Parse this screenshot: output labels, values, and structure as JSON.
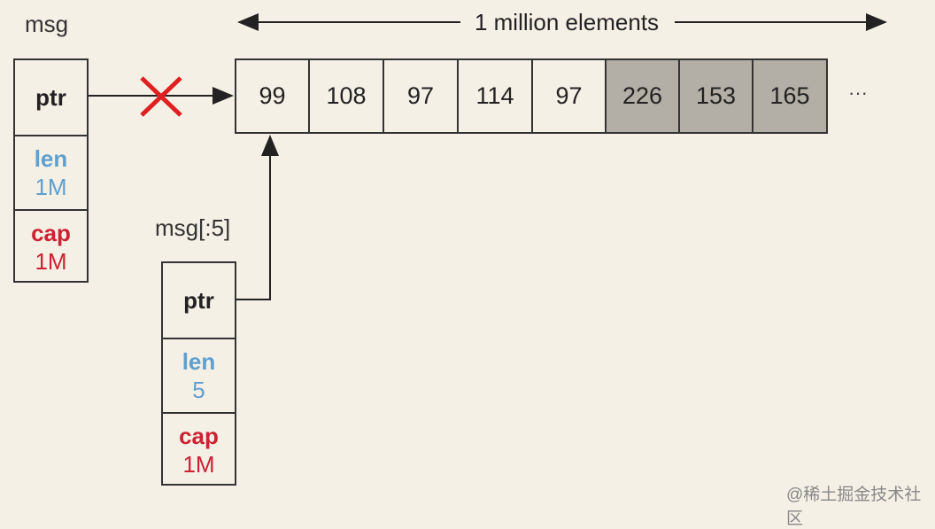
{
  "top_label": "1 million elements",
  "msg": {
    "name": "msg",
    "ptr": "ptr",
    "len_label": "len",
    "len_value": "1M",
    "cap_label": "cap",
    "cap_value": "1M"
  },
  "slice": {
    "name": "msg[:5]",
    "ptr": "ptr",
    "len_label": "len",
    "len_value": "5",
    "cap_label": "cap",
    "cap_value": "1M"
  },
  "array": [
    {
      "value": "99",
      "in_slice": true
    },
    {
      "value": "108",
      "in_slice": true
    },
    {
      "value": "97",
      "in_slice": true
    },
    {
      "value": "114",
      "in_slice": true
    },
    {
      "value": "97",
      "in_slice": true
    },
    {
      "value": "226",
      "in_slice": false
    },
    {
      "value": "153",
      "in_slice": false
    },
    {
      "value": "165",
      "in_slice": false
    }
  ],
  "ellipsis": "···",
  "watermark": "@稀土掘金技术社区",
  "colors": {
    "background": "#f5f0e6",
    "len": "#5fa0cf",
    "cap": "#cc2233",
    "cross": "#e02020",
    "shaded_cell": "#b3aea6"
  }
}
